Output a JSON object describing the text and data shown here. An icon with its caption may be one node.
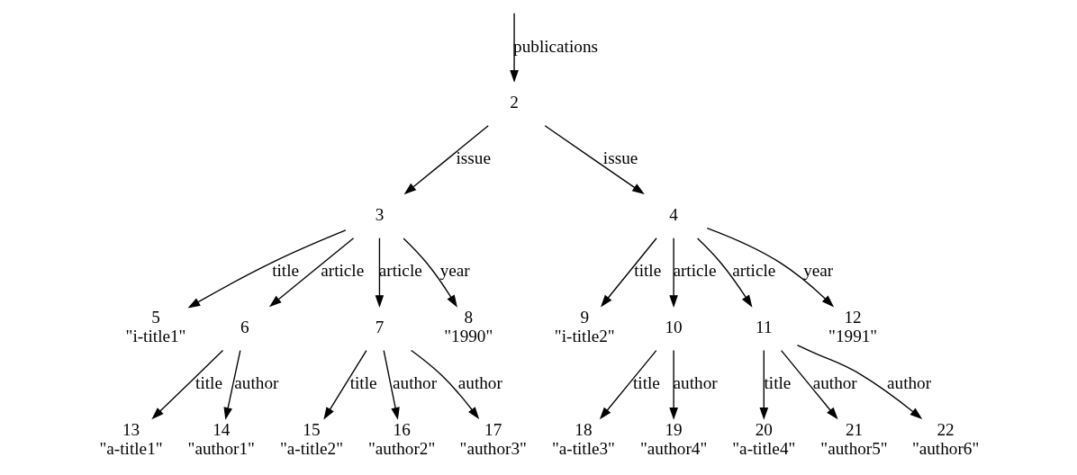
{
  "diagram": {
    "nodes": [
      {
        "text": [
          "2"
        ]
      },
      {
        "text": [
          "3"
        ]
      },
      {
        "text": [
          "4"
        ]
      },
      {
        "text": [
          "5",
          "\"i-title1\""
        ]
      },
      {
        "text": [
          "6"
        ]
      },
      {
        "text": [
          "7"
        ]
      },
      {
        "text": [
          "8",
          "\"1990\""
        ]
      },
      {
        "text": [
          "9",
          "\"i-title2\""
        ]
      },
      {
        "text": [
          "10"
        ]
      },
      {
        "text": [
          "11"
        ]
      },
      {
        "text": [
          "12",
          "\"1991\""
        ]
      },
      {
        "text": [
          "13",
          "\"a-title1\""
        ]
      },
      {
        "text": [
          "14",
          "\"author1\""
        ]
      },
      {
        "text": [
          "15",
          "\"a-title2\""
        ]
      },
      {
        "text": [
          "16",
          "\"author2\""
        ]
      },
      {
        "text": [
          "17",
          "\"author3\""
        ]
      },
      {
        "text": [
          "18",
          "\"a-title3\""
        ]
      },
      {
        "text": [
          "19",
          "\"author4\""
        ]
      },
      {
        "text": [
          "20",
          "\"a-title4\""
        ]
      },
      {
        "text": [
          "21",
          "\"author5\""
        ]
      },
      {
        "text": [
          "22",
          "\"author6\""
        ]
      }
    ],
    "edges": [
      {
        "from": null,
        "to": 0,
        "arrow": "to",
        "label": "publications"
      },
      {
        "from": 0,
        "to": 1,
        "arrow": "to",
        "label": "issue"
      },
      {
        "from": 0,
        "to": 2,
        "arrow": "to",
        "label": "issue"
      },
      {
        "from": 1,
        "to": 3,
        "arrow": "to",
        "label": "title"
      },
      {
        "from": 1,
        "to": 4,
        "arrow": "to",
        "label": "article"
      },
      {
        "from": 1,
        "to": 5,
        "arrow": "to",
        "label": "article"
      },
      {
        "from": 1,
        "to": 6,
        "arrow": "to",
        "label": "year"
      },
      {
        "from": 2,
        "to": 7,
        "arrow": "to",
        "label": "title"
      },
      {
        "from": 2,
        "to": 8,
        "arrow": "to",
        "label": "article"
      },
      {
        "from": 2,
        "to": 9,
        "arrow": "to",
        "label": "article"
      },
      {
        "from": 2,
        "to": 10,
        "arrow": "to",
        "label": "year"
      },
      {
        "from": 4,
        "to": 11,
        "arrow": "to",
        "label": "title"
      },
      {
        "from": 4,
        "to": 12,
        "arrow": "to",
        "label": "author"
      },
      {
        "from": 5,
        "to": 13,
        "arrow": "to",
        "label": "title"
      },
      {
        "from": 5,
        "to": 14,
        "arrow": "to",
        "label": "author"
      },
      {
        "from": 5,
        "to": 15,
        "arrow": "to",
        "label": "author"
      },
      {
        "from": 8,
        "to": 16,
        "arrow": "to",
        "label": "title"
      },
      {
        "from": 8,
        "to": 17,
        "arrow": "to",
        "label": "author"
      },
      {
        "from": 9,
        "to": 18,
        "arrow": "to",
        "label": "title"
      },
      {
        "from": 9,
        "to": 19,
        "arrow": "to",
        "label": "author"
      },
      {
        "from": 9,
        "to": 20,
        "arrow": "to",
        "label": "author"
      }
    ]
  }
}
